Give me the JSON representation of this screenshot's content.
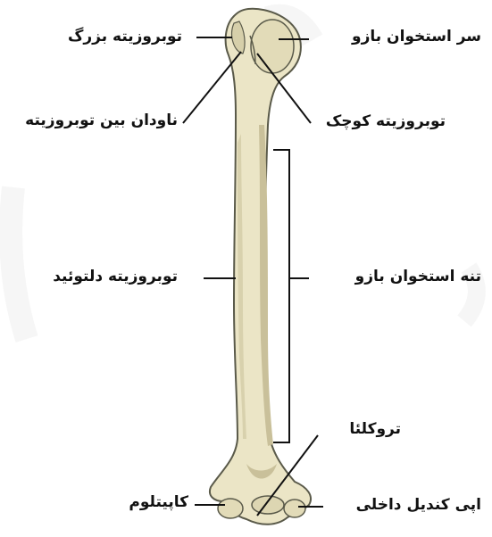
{
  "colors": {
    "bone_fill": "#ebe5c6",
    "bone_shadow": "#c9c09a",
    "bone_outline": "#5a5a4a",
    "line": "#111111",
    "watermark": "#eeeeee"
  },
  "labels": {
    "greater_tubercle": "توبروزیته بزرگ",
    "head": "سر استخوان بازو",
    "intertubercular_groove": "ناودان بین توبروزیته",
    "lesser_tubercle": "توبروزیته کوچک",
    "deltoid_tuberosity": "توبروزیته دلتوئید",
    "shaft": "تنه استخوان بازو",
    "trochlea": "تروکلئا",
    "capitulum": "کاپیتلوم",
    "medial_epicondyle": "اپی کندیل داخلی"
  }
}
